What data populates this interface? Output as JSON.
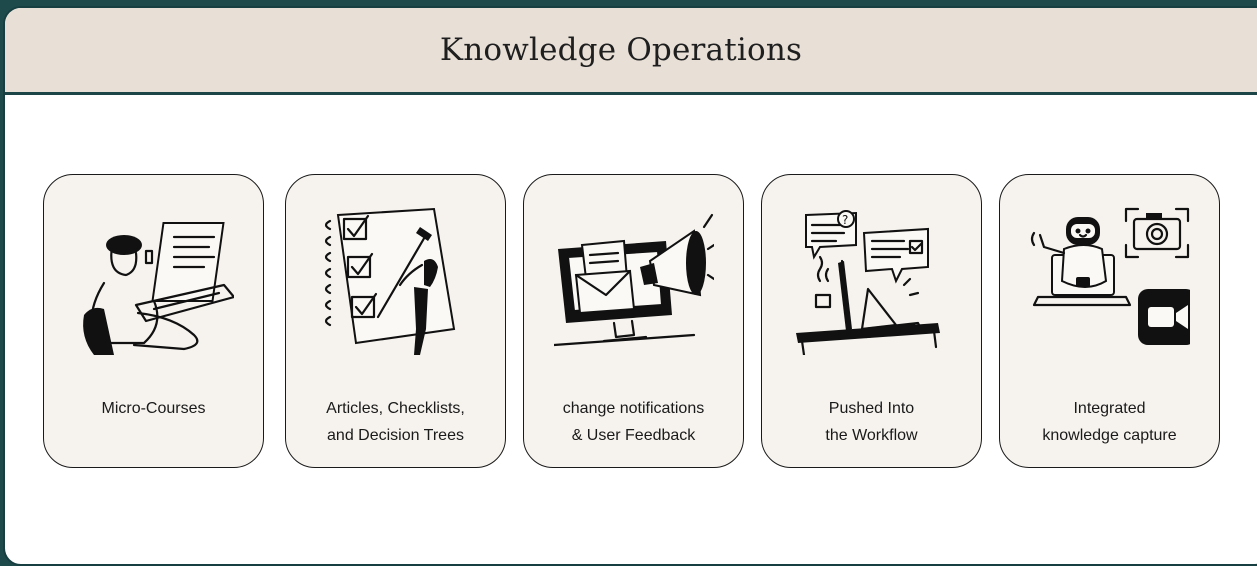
{
  "header": {
    "title": "Knowledge Operations"
  },
  "cards": [
    {
      "label": "Micro-Courses",
      "icon": "person-at-laptop-icon"
    },
    {
      "label": "Articles, Checklists,\nand Decision Trees",
      "icon": "checklist-notebook-icon"
    },
    {
      "label": "change notifications\n& User Feedback",
      "icon": "megaphone-monitor-icon"
    },
    {
      "label": "Pushed Into\nthe Workflow",
      "icon": "desk-chat-bubbles-icon"
    },
    {
      "label": "Integrated\nknowledge capture",
      "icon": "robot-camera-video-icon"
    }
  ]
}
